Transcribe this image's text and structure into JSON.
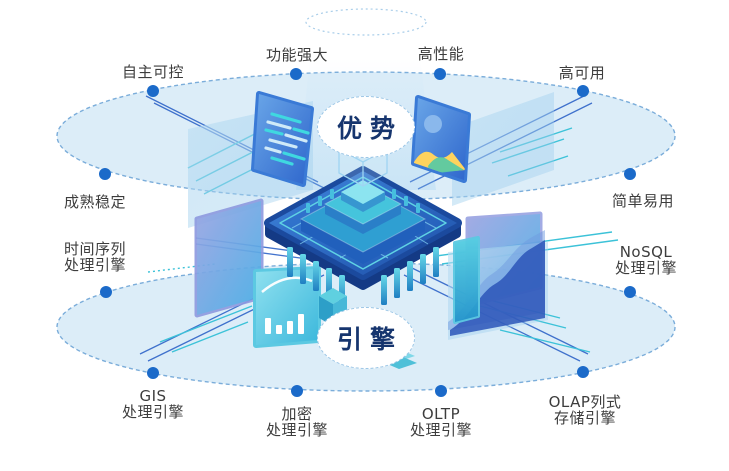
{
  "diagram": {
    "center_top_badge": "优势",
    "center_bottom_badge": "引擎"
  },
  "advantages": [
    {
      "name": "autonomous-controllable",
      "label": "自主可控"
    },
    {
      "name": "powerful-features",
      "label": "功能强大"
    },
    {
      "name": "high-performance",
      "label": "高性能"
    },
    {
      "name": "high-availability",
      "label": "高可用"
    },
    {
      "name": "mature-stable",
      "label": "成熟稳定"
    },
    {
      "name": "easy-to-use",
      "label": "简单易用"
    }
  ],
  "engines": [
    {
      "name": "time-series-engine",
      "line1": "时间序列",
      "line2": "处理引擎"
    },
    {
      "name": "nosql-engine",
      "line1": "NoSQL",
      "line2": "处理引擎"
    },
    {
      "name": "gis-engine",
      "line1": "GIS",
      "line2": "处理引擎"
    },
    {
      "name": "encryption-engine",
      "line1": "加密",
      "line2": "处理引擎"
    },
    {
      "name": "oltp-engine",
      "line1": "OLTP",
      "line2": "处理引擎"
    },
    {
      "name": "olap-engine",
      "line1": "OLAP列式",
      "line2": "存储引擎"
    }
  ],
  "colors": {
    "node_dot": "#1b6ac9",
    "label_text": "#3d3d3d",
    "badge_text": "#16356e",
    "orbit_fill": "#dcedf8",
    "orbit_border": "#7badda",
    "accent_teal": "#3cc2d8",
    "accent_blue": "#2f64c8"
  }
}
